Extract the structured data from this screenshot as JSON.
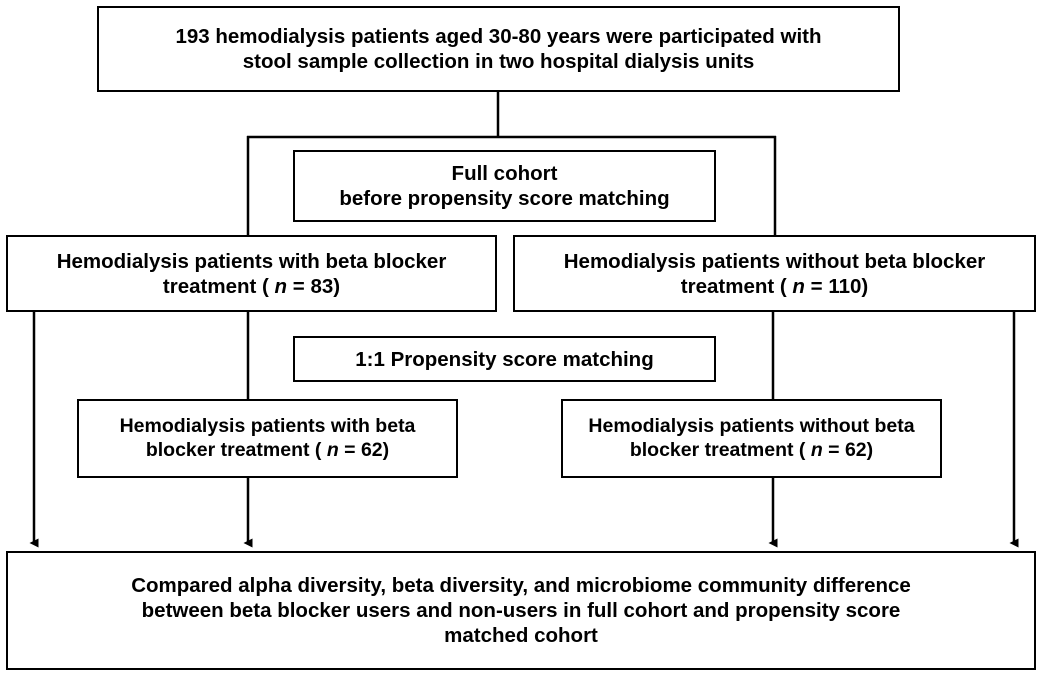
{
  "diagram": {
    "title": "Study flow diagram of hemodialysis beta blocker microbiome analysis",
    "line_color": "#000000",
    "box_fill": "#ffffff",
    "box_border": "#000000"
  },
  "boxes": {
    "enrollment": {
      "line1": "193 hemodialysis patients aged 30-80 years were participated with",
      "line2": "stool sample collection in two hospital dialysis units"
    },
    "full_cohort": {
      "line1": "Full cohort",
      "line2": "before propensity score matching"
    },
    "bb_full": {
      "line1": "Hemodialysis patients with beta blocker",
      "line2_pre": "treatment ( ",
      "line2_italic": "n",
      "line2_post": " = 83)"
    },
    "nobb_full": {
      "line1": "Hemodialysis patients without beta blocker",
      "line2_pre": "treatment ( ",
      "line2_italic": "n",
      "line2_post": " = 110)"
    },
    "psm_label": {
      "line1": "1:1 Propensity score matching"
    },
    "bb_psm": {
      "line1": "Hemodialysis patients with beta",
      "line2_pre": "blocker treatment ( ",
      "line2_italic": "n",
      "line2_post": " = 62)"
    },
    "nobb_psm": {
      "line1": "Hemodialysis patients without beta",
      "line2_pre": "blocker treatment ( ",
      "line2_italic": "n",
      "line2_post": " = 62)"
    },
    "outcome": {
      "line1": "Compared alpha diversity, beta diversity, and microbiome community difference",
      "line2": "between beta blocker users and non-users in full cohort and propensity score",
      "line3": "matched cohort"
    }
  }
}
